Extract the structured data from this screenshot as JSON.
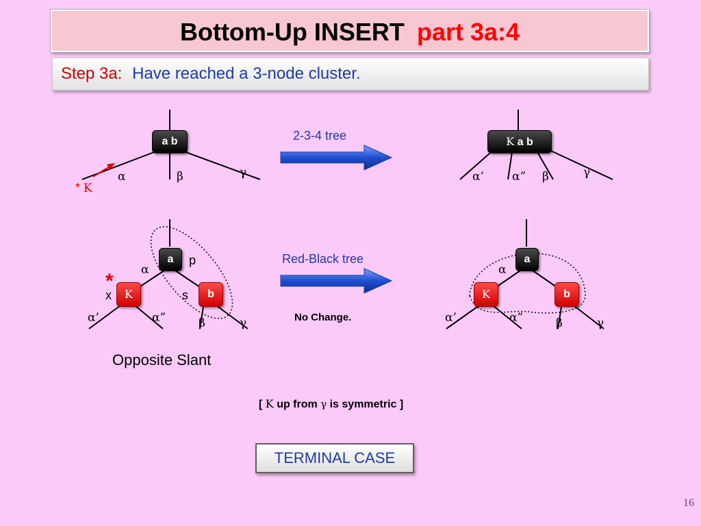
{
  "title": {
    "main": "Bottom-Up INSERT",
    "part": "part 3a:4"
  },
  "step": {
    "label": "Step 3a:",
    "text": "Have reached a 3-node cluster."
  },
  "top_left": {
    "node": "a b",
    "insert_star": "*",
    "insert_kappa": "K",
    "alpha": "α",
    "beta": "β",
    "gamma": "γ"
  },
  "top_arrow_label": "2-3-4 tree",
  "top_right": {
    "node_kappa": "K",
    "node_rest": "a b",
    "alpha1": "α’",
    "alpha2": "α”",
    "beta": "β",
    "gamma": "γ"
  },
  "bottom_left": {
    "node_a": "a",
    "node_k": "K",
    "node_b": "b",
    "p": "p",
    "x": "x",
    "s": "s",
    "star": "*",
    "alpha": "α",
    "alpha1": "α’",
    "alpha2": "α”",
    "beta": "β",
    "gamma": "γ"
  },
  "bottom_arrow_label": "Red-Black tree",
  "no_change": "No Change.",
  "bottom_right": {
    "node_a": "a",
    "node_k": "K",
    "node_b": "b",
    "alpha": "α",
    "alpha1": "α’",
    "alpha2": "α”",
    "beta": "β",
    "gamma": "γ"
  },
  "opposite_slant": "Opposite Slant",
  "symmetric_note": {
    "open": "[",
    "kappa": "K",
    "mid": "up from",
    "gamma": "γ",
    "tail": "is symmetric ]"
  },
  "terminal": "TERMINAL CASE",
  "page_number": "16",
  "colors": {
    "background": "#fbcaf8",
    "title_bg": "#f7c7d2",
    "accent_red": "#ff0000",
    "text_blue": "#1d3aa8",
    "arrow_blue": "#1f4fd0"
  }
}
